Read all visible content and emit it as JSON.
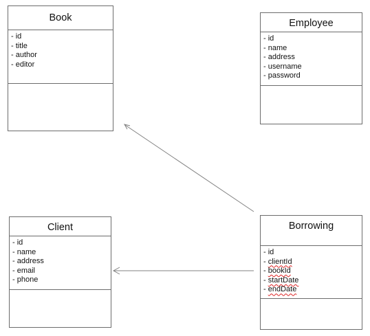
{
  "colors": {
    "border": "#6b6b6b",
    "arrow": "#808080",
    "spell_underline": "#dd2222"
  },
  "classes": {
    "book": {
      "name": "Book",
      "attributes": [
        "- id",
        "- title",
        "- author",
        "- editor"
      ]
    },
    "employee": {
      "name": "Employee",
      "attributes": [
        "- id",
        "- name",
        "- address",
        "- username",
        "- password"
      ]
    },
    "client": {
      "name": "Client",
      "attributes": [
        "- id",
        "- name",
        "- address",
        "- email",
        "- phone"
      ]
    },
    "borrowing": {
      "name": "Borrowing",
      "attributes": [
        {
          "prefix": "- ",
          "name": "id"
        },
        {
          "prefix": "- ",
          "name": "clientId",
          "spellcheck": true
        },
        {
          "prefix": "- ",
          "name": "bookId",
          "spellcheck": true
        },
        {
          "prefix": "- ",
          "name": "startDate",
          "spellcheck": true
        },
        {
          "prefix": "- ",
          "name": "endDate",
          "spellcheck": true
        }
      ]
    }
  },
  "associations": [
    {
      "from": "borrowing",
      "to": "book",
      "head": "open-arrow"
    },
    {
      "from": "borrowing",
      "to": "client",
      "head": "open-arrow"
    }
  ]
}
